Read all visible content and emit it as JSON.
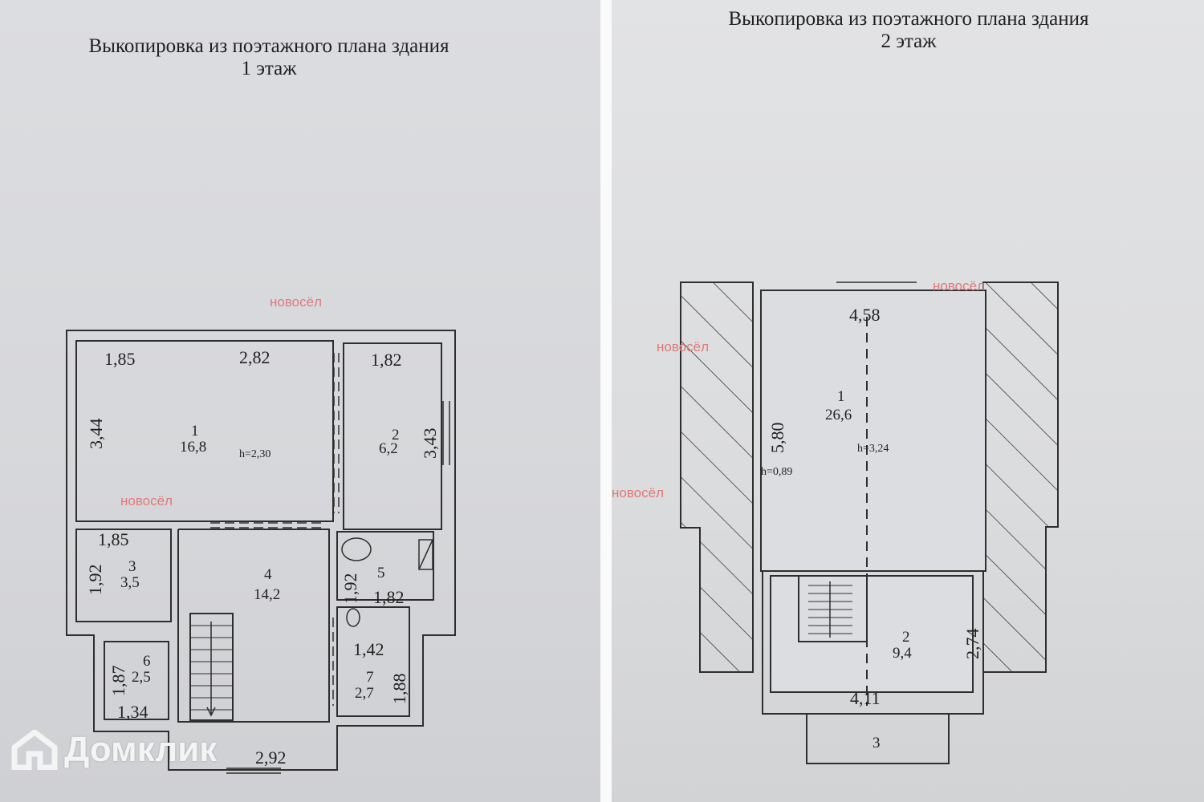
{
  "left": {
    "title": "Выкопировка из поэтажного плана здания",
    "floor": "1 этаж",
    "dimensions": [
      "1,85",
      "2,82",
      "1,82",
      "3,44",
      "3,43",
      "1,85",
      "1,92",
      "1,92",
      "1,82",
      "1,42",
      "1,87",
      "1,88",
      "1,34",
      "2,92"
    ],
    "rooms": [
      {
        "num": "1",
        "area": "16,8"
      },
      {
        "num": "2",
        "area": "6,2"
      },
      {
        "num": "3",
        "area": "3,5"
      },
      {
        "num": "4",
        "area": "14,2"
      },
      {
        "num": "5",
        "area": ""
      },
      {
        "num": "6",
        "area": "2,5"
      },
      {
        "num": "7",
        "area": "2,7"
      }
    ],
    "height": "h=2,30"
  },
  "right": {
    "title": "Выкопировка из поэтажного плана здания",
    "floor": "2 этаж",
    "dimensions": [
      "4,58",
      "5,80",
      "2,74",
      "4,11"
    ],
    "rooms": [
      {
        "num": "1",
        "area": "26,6"
      },
      {
        "num": "2",
        "area": "9,4"
      },
      {
        "num": "3",
        "area": ""
      }
    ],
    "height_low": "h=0,89",
    "height_high": "h=3,24"
  },
  "watermarks": {
    "novosel": "новосёл",
    "domclick": "Домклик"
  },
  "colors": {
    "line": "#2a2a2a",
    "watermark": "#e07a7a"
  }
}
